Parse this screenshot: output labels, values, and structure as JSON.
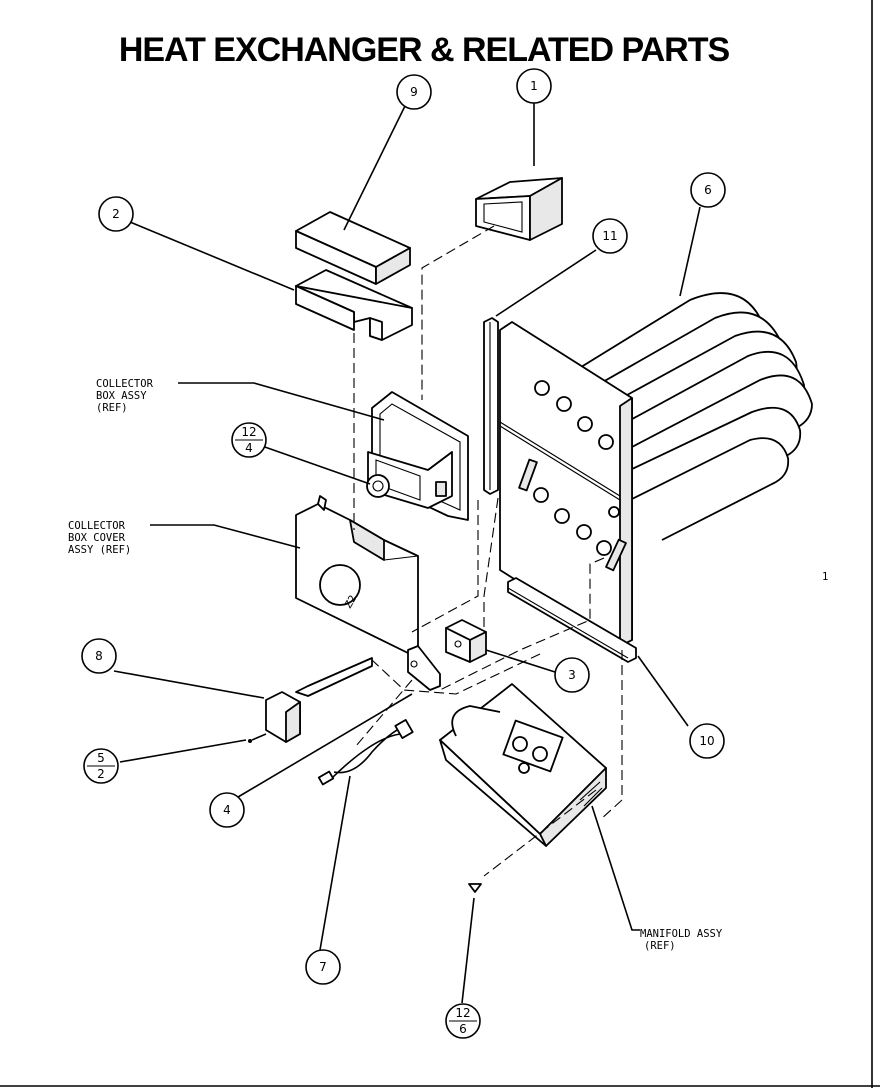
{
  "title": "HEAT EXCHANGER & RELATED PARTS",
  "callouts": {
    "c1": "1",
    "c2": "2",
    "c3": "3",
    "c4": "4",
    "c6": "6",
    "c7": "7",
    "c8": "8",
    "c9": "9",
    "c10": "10",
    "c11": "11",
    "c12_4_top": "12",
    "c12_4_bottom": "4",
    "c5_2_top": "5",
    "c5_2_bottom": "2",
    "c12_6_top": "12",
    "c12_6_bottom": "6"
  },
  "labels": {
    "collector_box": [
      "COLLECTOR",
      "BOX ASSY",
      "(REF)"
    ],
    "collector_box_cover": [
      "COLLECTOR",
      "BOX COVER",
      "ASSY (REF)"
    ],
    "manifold": [
      "MANIFOLD ASSY",
      "(REF)"
    ]
  },
  "margin_mark": "1"
}
